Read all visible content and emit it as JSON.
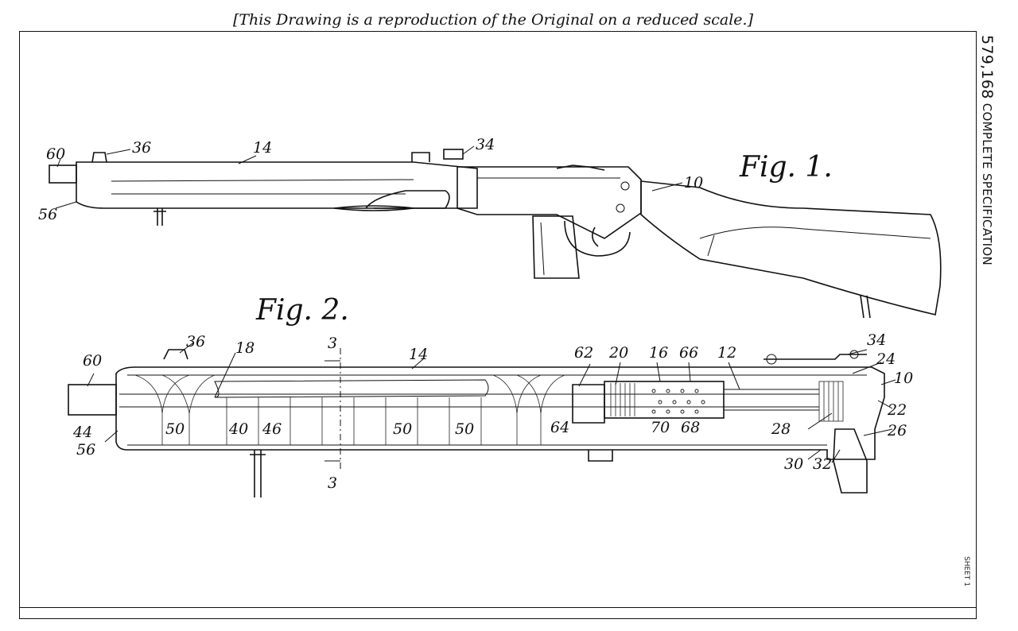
{
  "header": {
    "note": "[This Drawing is a reproduction of the Original on a reduced scale.]"
  },
  "spec": {
    "number": "579,168",
    "title": "COMPLETE SPECIFICATION",
    "sheet": "SHEET 1"
  },
  "figures": {
    "fig1": {
      "title": "Fig. 1.",
      "labels": [
        "60",
        "36",
        "14",
        "34",
        "10",
        "56"
      ]
    },
    "fig2": {
      "title": "Fig. 2.",
      "labels": [
        "36",
        "18",
        "3",
        "14",
        "62",
        "20",
        "16",
        "66",
        "12",
        "34",
        "24",
        "10",
        "60",
        "44",
        "56",
        "50",
        "40",
        "46",
        "50",
        "50",
        "64",
        "70",
        "68",
        "28",
        "22",
        "26",
        "30",
        "32",
        "3"
      ]
    }
  }
}
